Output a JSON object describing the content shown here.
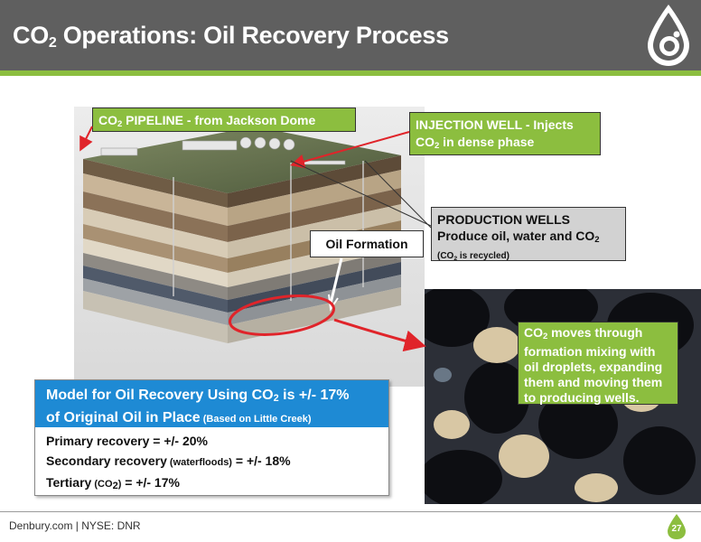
{
  "header": {
    "title_pre": "CO",
    "title_sub": "2",
    "title_post": " Operations: Oil Recovery Process"
  },
  "callouts": {
    "pipeline": {
      "pre": "CO",
      "sub": "2",
      "post": " PIPELINE - from Jackson Dome"
    },
    "injection": {
      "line1": "INJECTION WELL - Injects",
      "pre": "CO",
      "sub": "2",
      "post": " in dense phase"
    },
    "production": {
      "line1": "PRODUCTION WELLS",
      "line2_pre": "Produce oil, water and CO",
      "line2_sub": "2",
      "line3_open": "(CO",
      "line3_sub": "2",
      "line3_close": " is recycled)"
    },
    "oil_formation": "Oil Formation",
    "co2_moves": {
      "pre": "CO",
      "sub": "2",
      "post": " moves through formation mixing with oil droplets, expanding them and moving them to producing wells."
    }
  },
  "model": {
    "head_pre": "Model for Oil Recovery Using CO",
    "head_sub": "2",
    "head_post": " is +/- 17%",
    "head_line2": "of Original Oil in Place",
    "head_note": " (Based on Little Creek)",
    "primary": "Primary recovery = +/- 20%",
    "secondary_pre": "Secondary recovery",
    "secondary_note": " (waterfloods)",
    "secondary_post": " = +/- 18%",
    "tertiary_pre": "Tertiary",
    "tertiary_note_open": " (CO",
    "tertiary_note_sub": "2",
    "tertiary_note_close": ")",
    "tertiary_post": " = +/- 17%"
  },
  "footer": {
    "text": "Denbury.com | NYSE: DNR",
    "page": "27"
  },
  "colors": {
    "header_bg": "#5f5f5f",
    "accent_green": "#8cbe3f",
    "model_blue": "#1e8ad4",
    "arrow_red": "#e0242a"
  }
}
